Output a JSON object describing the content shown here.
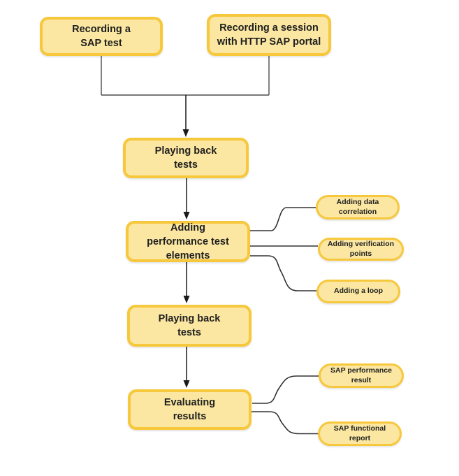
{
  "colors": {
    "background": "#ffffff",
    "node_fill": "#FBE7A1",
    "node_border": "#F7C73C",
    "line": "#4d4d4d",
    "arrow": "#1a1a1a",
    "connector": "#333333",
    "text": "#1f1f1f"
  },
  "flowchart": {
    "nodes": {
      "recording_sap_test": "Recording a\nSAP test",
      "recording_session": "Recording a session\nwith HTTP SAP portal",
      "playing_back_1": "Playing back\ntests",
      "adding_elements": "Adding\nperformance test\nelements",
      "playing_back_2": "Playing back\ntests",
      "evaluating_results": "Evaluating\nresults"
    },
    "callouts": {
      "adding_data_correlation": "Adding data\ncorrelation",
      "adding_verification_points": "Adding verification\npoints",
      "adding_a_loop": "Adding a loop",
      "sap_performance_result": "SAP performance\nresult",
      "sap_functional_report": "SAP functional\nreport"
    }
  }
}
